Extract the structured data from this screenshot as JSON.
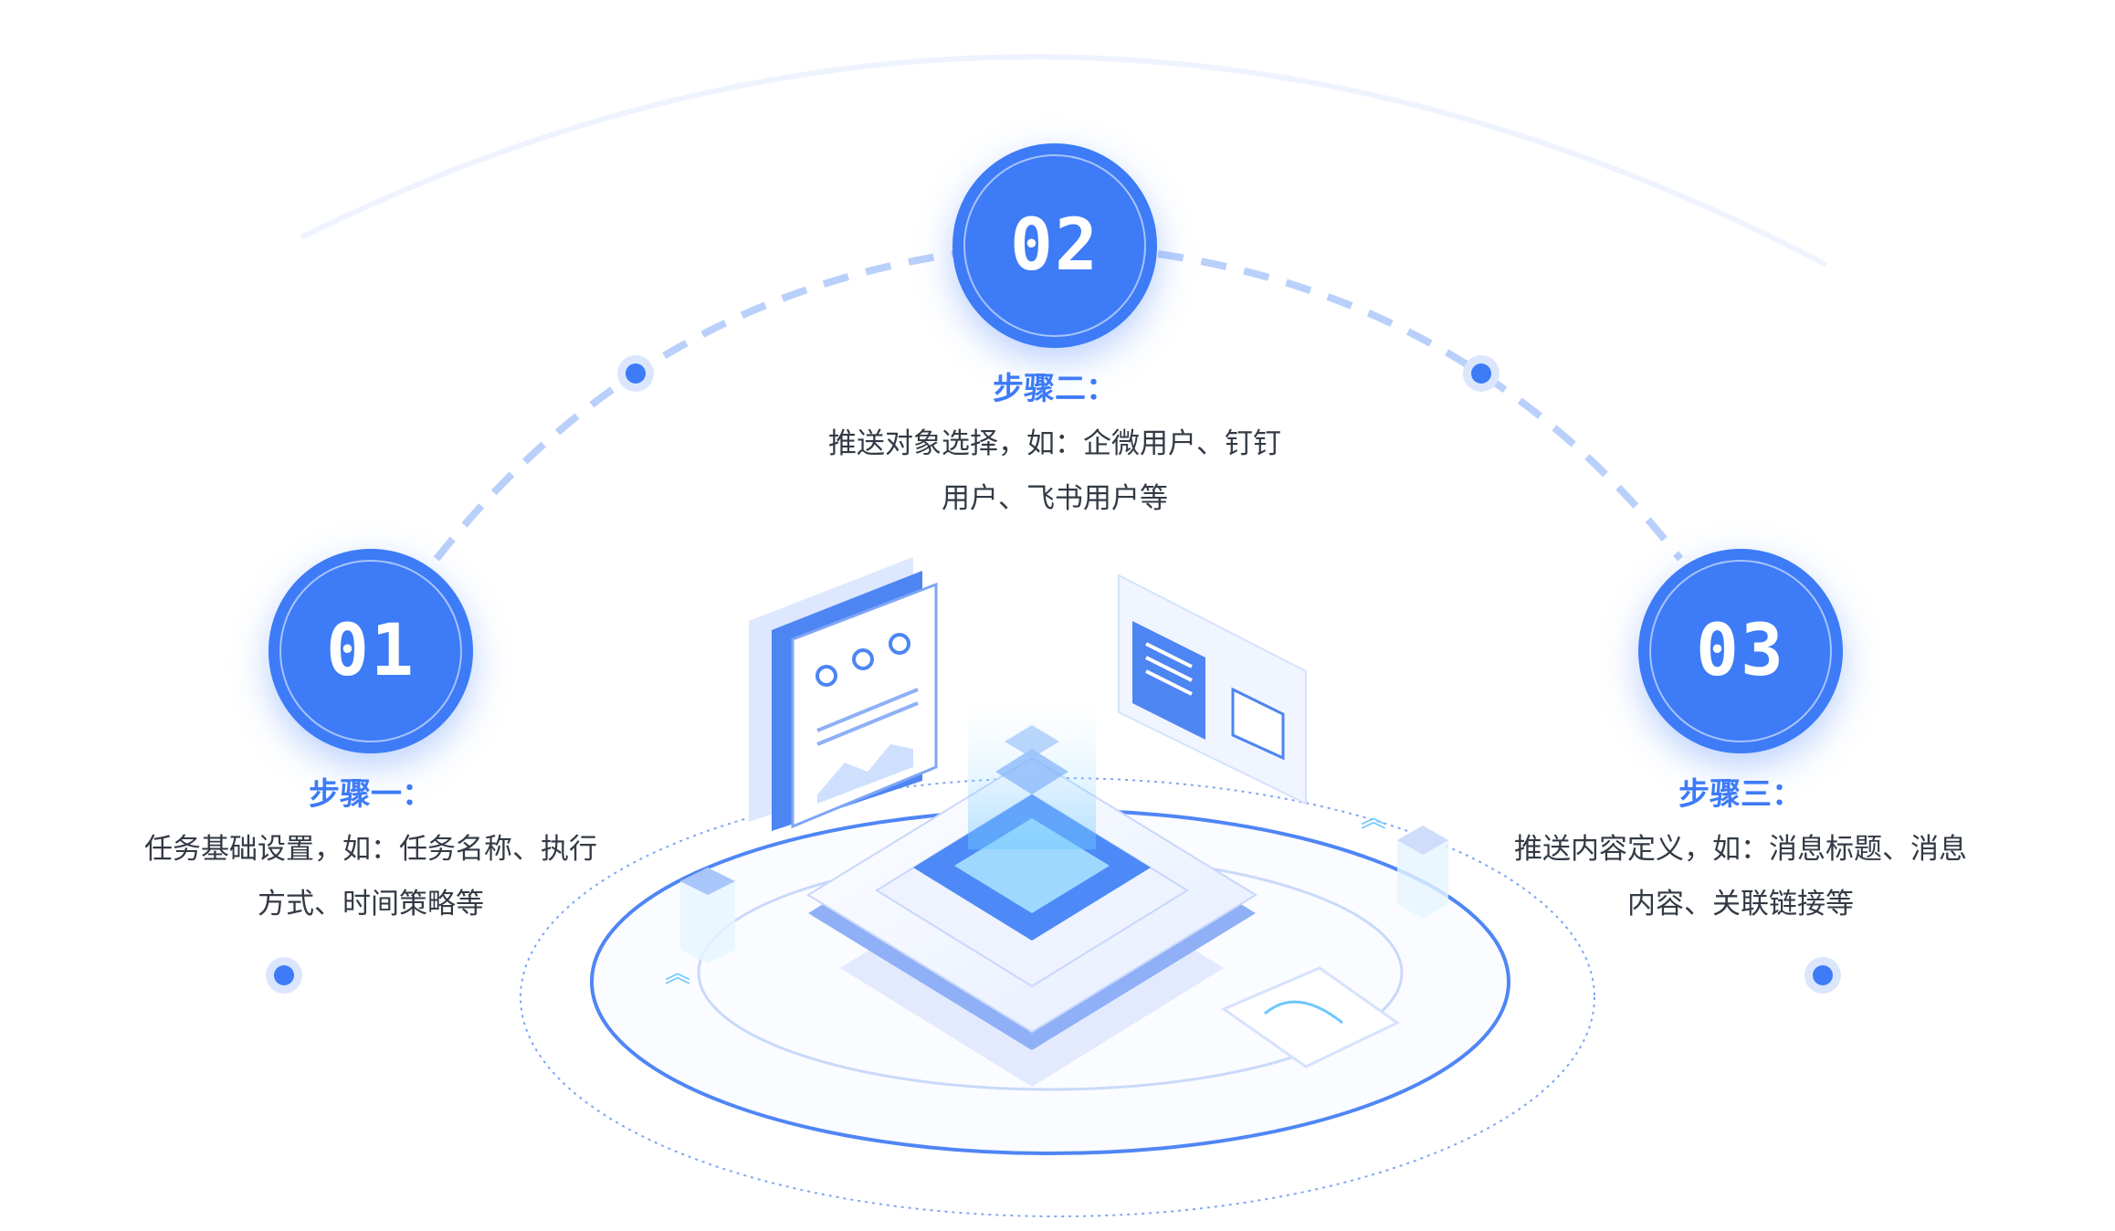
{
  "steps": [
    {
      "number": "01",
      "title": "步骤一：",
      "desc_line1": "任务基础设置，如：任务名称、执行",
      "desc_line2": "方式、时间策略等"
    },
    {
      "number": "02",
      "title": "步骤二：",
      "desc_line1": "推送对象选择，如：企微用户、钉钉",
      "desc_line2": "用户、飞书用户等"
    },
    {
      "number": "03",
      "title": "步骤三：",
      "desc_line1": "推送内容定义，如：消息标题、消息",
      "desc_line2": "内容、关联链接等"
    }
  ],
  "colors": {
    "accent": "#3d7bf7",
    "text": "#333a45",
    "light": "#dbe6fd"
  }
}
